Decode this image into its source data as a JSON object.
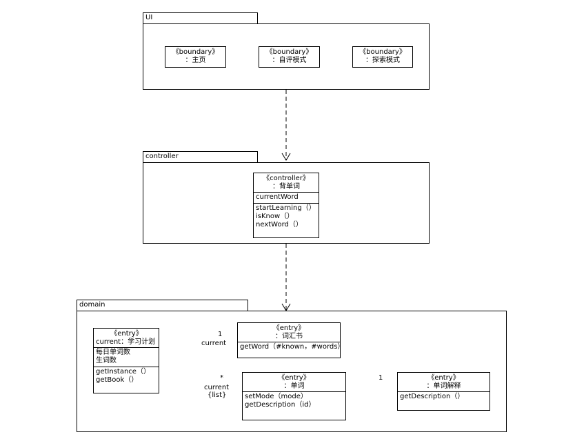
{
  "packages": {
    "ui": {
      "name": "UI"
    },
    "controller": {
      "name": "controller"
    },
    "domain": {
      "name": "domain"
    }
  },
  "classes": {
    "home": {
      "stereotype": "《boundary》",
      "name": "：主页"
    },
    "self_test": {
      "stereotype": "《boundary》",
      "name": "：自评模式"
    },
    "explore": {
      "stereotype": "《boundary》",
      "name": "：探索模式"
    },
    "recite": {
      "stereotype": "《controller》",
      "name": "：背单词",
      "attributes": [
        "currentWord"
      ],
      "operations": [
        "startLearning（）",
        "isKnow（）",
        "nextWord（）"
      ]
    },
    "study_plan": {
      "stereotype": "《entry》",
      "name": "current：学习计划",
      "attributes": [
        "每日单词数",
        "生词数"
      ],
      "operations": [
        "getInstance（）",
        "getBook（）"
      ]
    },
    "vocab_book": {
      "stereotype": "《entry》",
      "name": "：词汇书",
      "operations": [
        "getWord（#known，#words）"
      ]
    },
    "word": {
      "stereotype": "《entry》",
      "name": "：单词",
      "operations": [
        "setMode（mode）",
        "getDescription（id）"
      ]
    },
    "word_meaning": {
      "stereotype": "《entry》",
      "name": "：单词解释",
      "operations": [
        "getDescription（）"
      ]
    }
  },
  "associations": {
    "plan_to_book": {
      "multiplicity": "1",
      "role": "current"
    },
    "plan_to_word": {
      "multiplicity": "*",
      "role": "current",
      "constraint": "{list}"
    },
    "word_to_meaning": {
      "multiplicity": "1"
    }
  }
}
